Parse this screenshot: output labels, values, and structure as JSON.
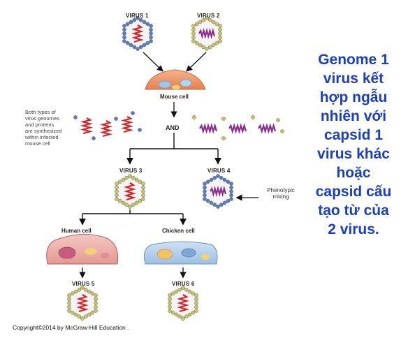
{
  "diagram": {
    "virus1_label": "VIRUS 1",
    "virus2_label": "VIRUS 2",
    "mouse_cell_label": "Mouse cell",
    "note_lines": [
      "Both types of",
      "virus genomes",
      "and proteins",
      "are synthesized",
      "within infected",
      "mouse cell"
    ],
    "and_label": "AND",
    "virus3_label": "VIRUS 3",
    "virus4_label": "VIRUS 4",
    "phenotypic_lines": [
      "Phenotypic",
      "mixing"
    ],
    "human_cell_label": "Human cell",
    "chicken_cell_label": "Chicken cell",
    "virus5_label": "VIRUS 5",
    "virus6_label": "VIRUS 6"
  },
  "side_text_lines": [
    "Genome 1",
    "virus kết",
    "hợp ngẫu",
    "nhiên với",
    "capsid 1",
    "virus khác",
    "hoặc",
    "capsid cấu",
    "tạo từ của",
    "2 virus."
  ],
  "copyright": "Copyright©2014 by  McGraw-Hill Education .",
  "colors": {
    "side_text": "#1a3fc4",
    "genome1": "#d4242a",
    "genome2": "#8b2f8f",
    "capsid1": "#5a7fc0",
    "capsid2": "#c9c46a"
  }
}
